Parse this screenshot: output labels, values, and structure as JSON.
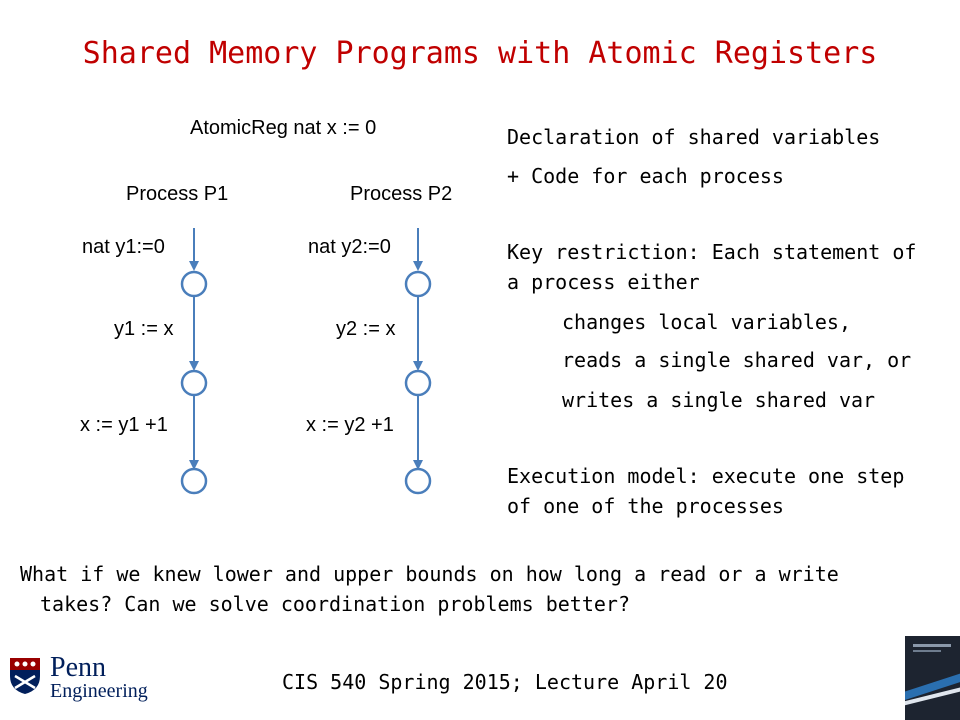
{
  "slide": {
    "title": "Shared Memory Programs with Atomic Registers",
    "shared_decl": "AtomicReg nat x := 0",
    "footer": "CIS 540 Spring 2015; Lecture April 20"
  },
  "process_p1": {
    "name": "Process P1",
    "init": "nat y1:=0",
    "stmt1": "y1 := x",
    "stmt2": "x := y1 +1"
  },
  "process_p2": {
    "name": "Process P2",
    "init": "nat y2:=0",
    "stmt1": "y2 := x",
    "stmt2": "x := y2 +1"
  },
  "notes": {
    "line1": "Declaration of shared variables",
    "line2": "+ Code for each process",
    "key1": "Key restriction: Each statement of",
    "key2": "a process either",
    "bullet1": "changes local variables,",
    "bullet2": "reads a single shared var, or",
    "bullet3": "writes a single shared var",
    "exec1": "Execution model: execute one step",
    "exec2": "of one of the processes"
  },
  "question": {
    "line1": "What if we knew lower and upper bounds on how long a read or a write",
    "line2": "takes? Can we solve coordination problems better?"
  },
  "logo": {
    "penn": "Penn",
    "engineering": "Engineering"
  },
  "colors": {
    "title": "#c00000",
    "arrows": "#4a7ebb",
    "penn_blue": "#011f5b",
    "penn_red": "#990000"
  }
}
